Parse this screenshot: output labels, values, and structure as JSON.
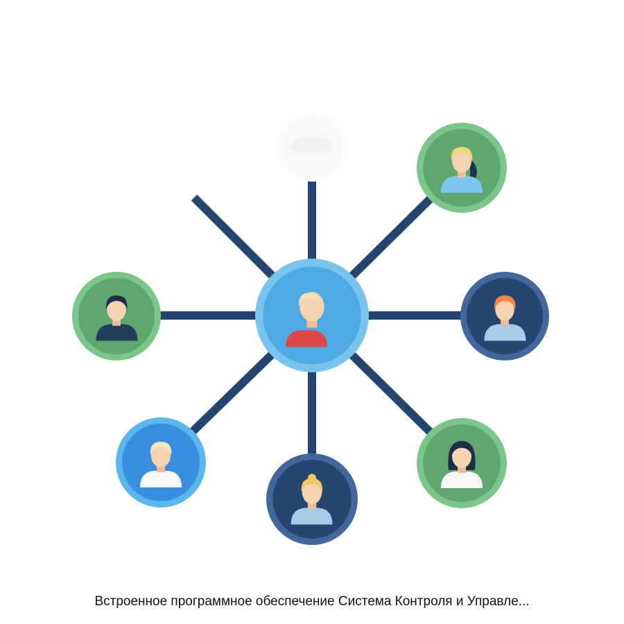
{
  "caption": "Встроенное программное обеспечение Система Контроля и Управле...",
  "colors": {
    "line": "#24466e",
    "green_outer": "#7cc58b",
    "green_inner": "#5fa66f",
    "navy_outer": "#41679c",
    "navy_inner": "#24466f",
    "blue_outer": "#5bb6ee",
    "blue_inner": "#3a8ee0",
    "center_outer": "#78c4ee",
    "center_inner": "#4eaae3"
  },
  "nodes": [
    {
      "id": "center",
      "style": "center",
      "icon": "person-red-shirt-icon"
    },
    {
      "id": "top",
      "style": "faded",
      "icon": "person-faded-icon"
    },
    {
      "id": "top-right",
      "style": "green",
      "icon": "person-blonde-woman-icon"
    },
    {
      "id": "right",
      "style": "navy",
      "icon": "person-redhead-icon"
    },
    {
      "id": "bottom-right",
      "style": "green",
      "icon": "person-dark-hair-woman-icon"
    },
    {
      "id": "bottom",
      "style": "navy",
      "icon": "person-bun-woman-icon"
    },
    {
      "id": "bottom-left",
      "style": "blue",
      "icon": "person-bald-icon"
    },
    {
      "id": "left",
      "style": "green",
      "icon": "person-dark-hair-man-icon"
    }
  ]
}
